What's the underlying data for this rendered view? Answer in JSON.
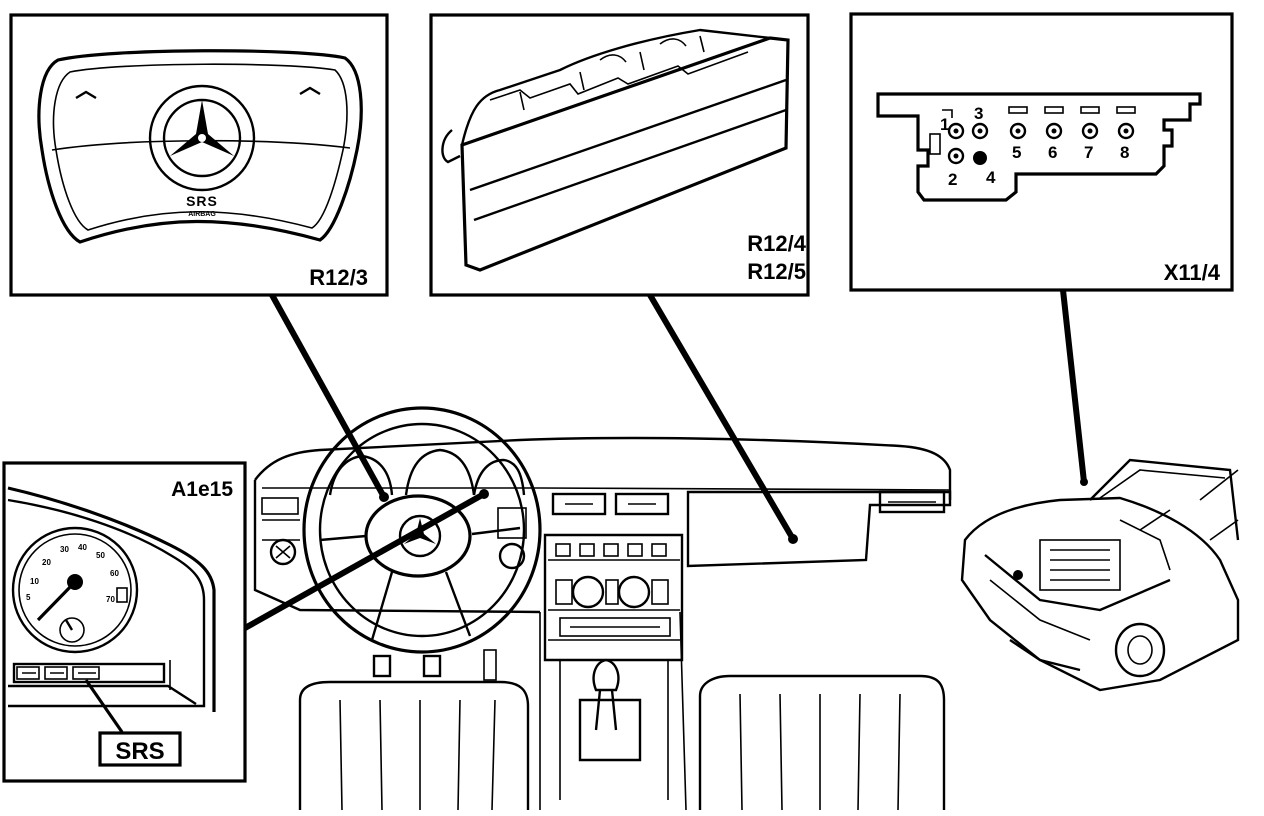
{
  "panels": {
    "steering_airbag": {
      "label": "R12/3",
      "emblem_text": "SRS",
      "emblem_subtext": "AIRBAG"
    },
    "passenger_airbag": {
      "label_line1": "R12/4",
      "label_line2": "R12/5"
    },
    "connector": {
      "label": "X11/4",
      "pins": [
        "1",
        "2",
        "3",
        "4",
        "5",
        "6",
        "7",
        "8"
      ]
    },
    "instrument_cluster": {
      "label": "A1e15",
      "srs_callout": "SRS",
      "speedo_ticks": [
        "20",
        "30",
        "40",
        "50",
        "60",
        "10",
        "5",
        "70"
      ]
    }
  }
}
